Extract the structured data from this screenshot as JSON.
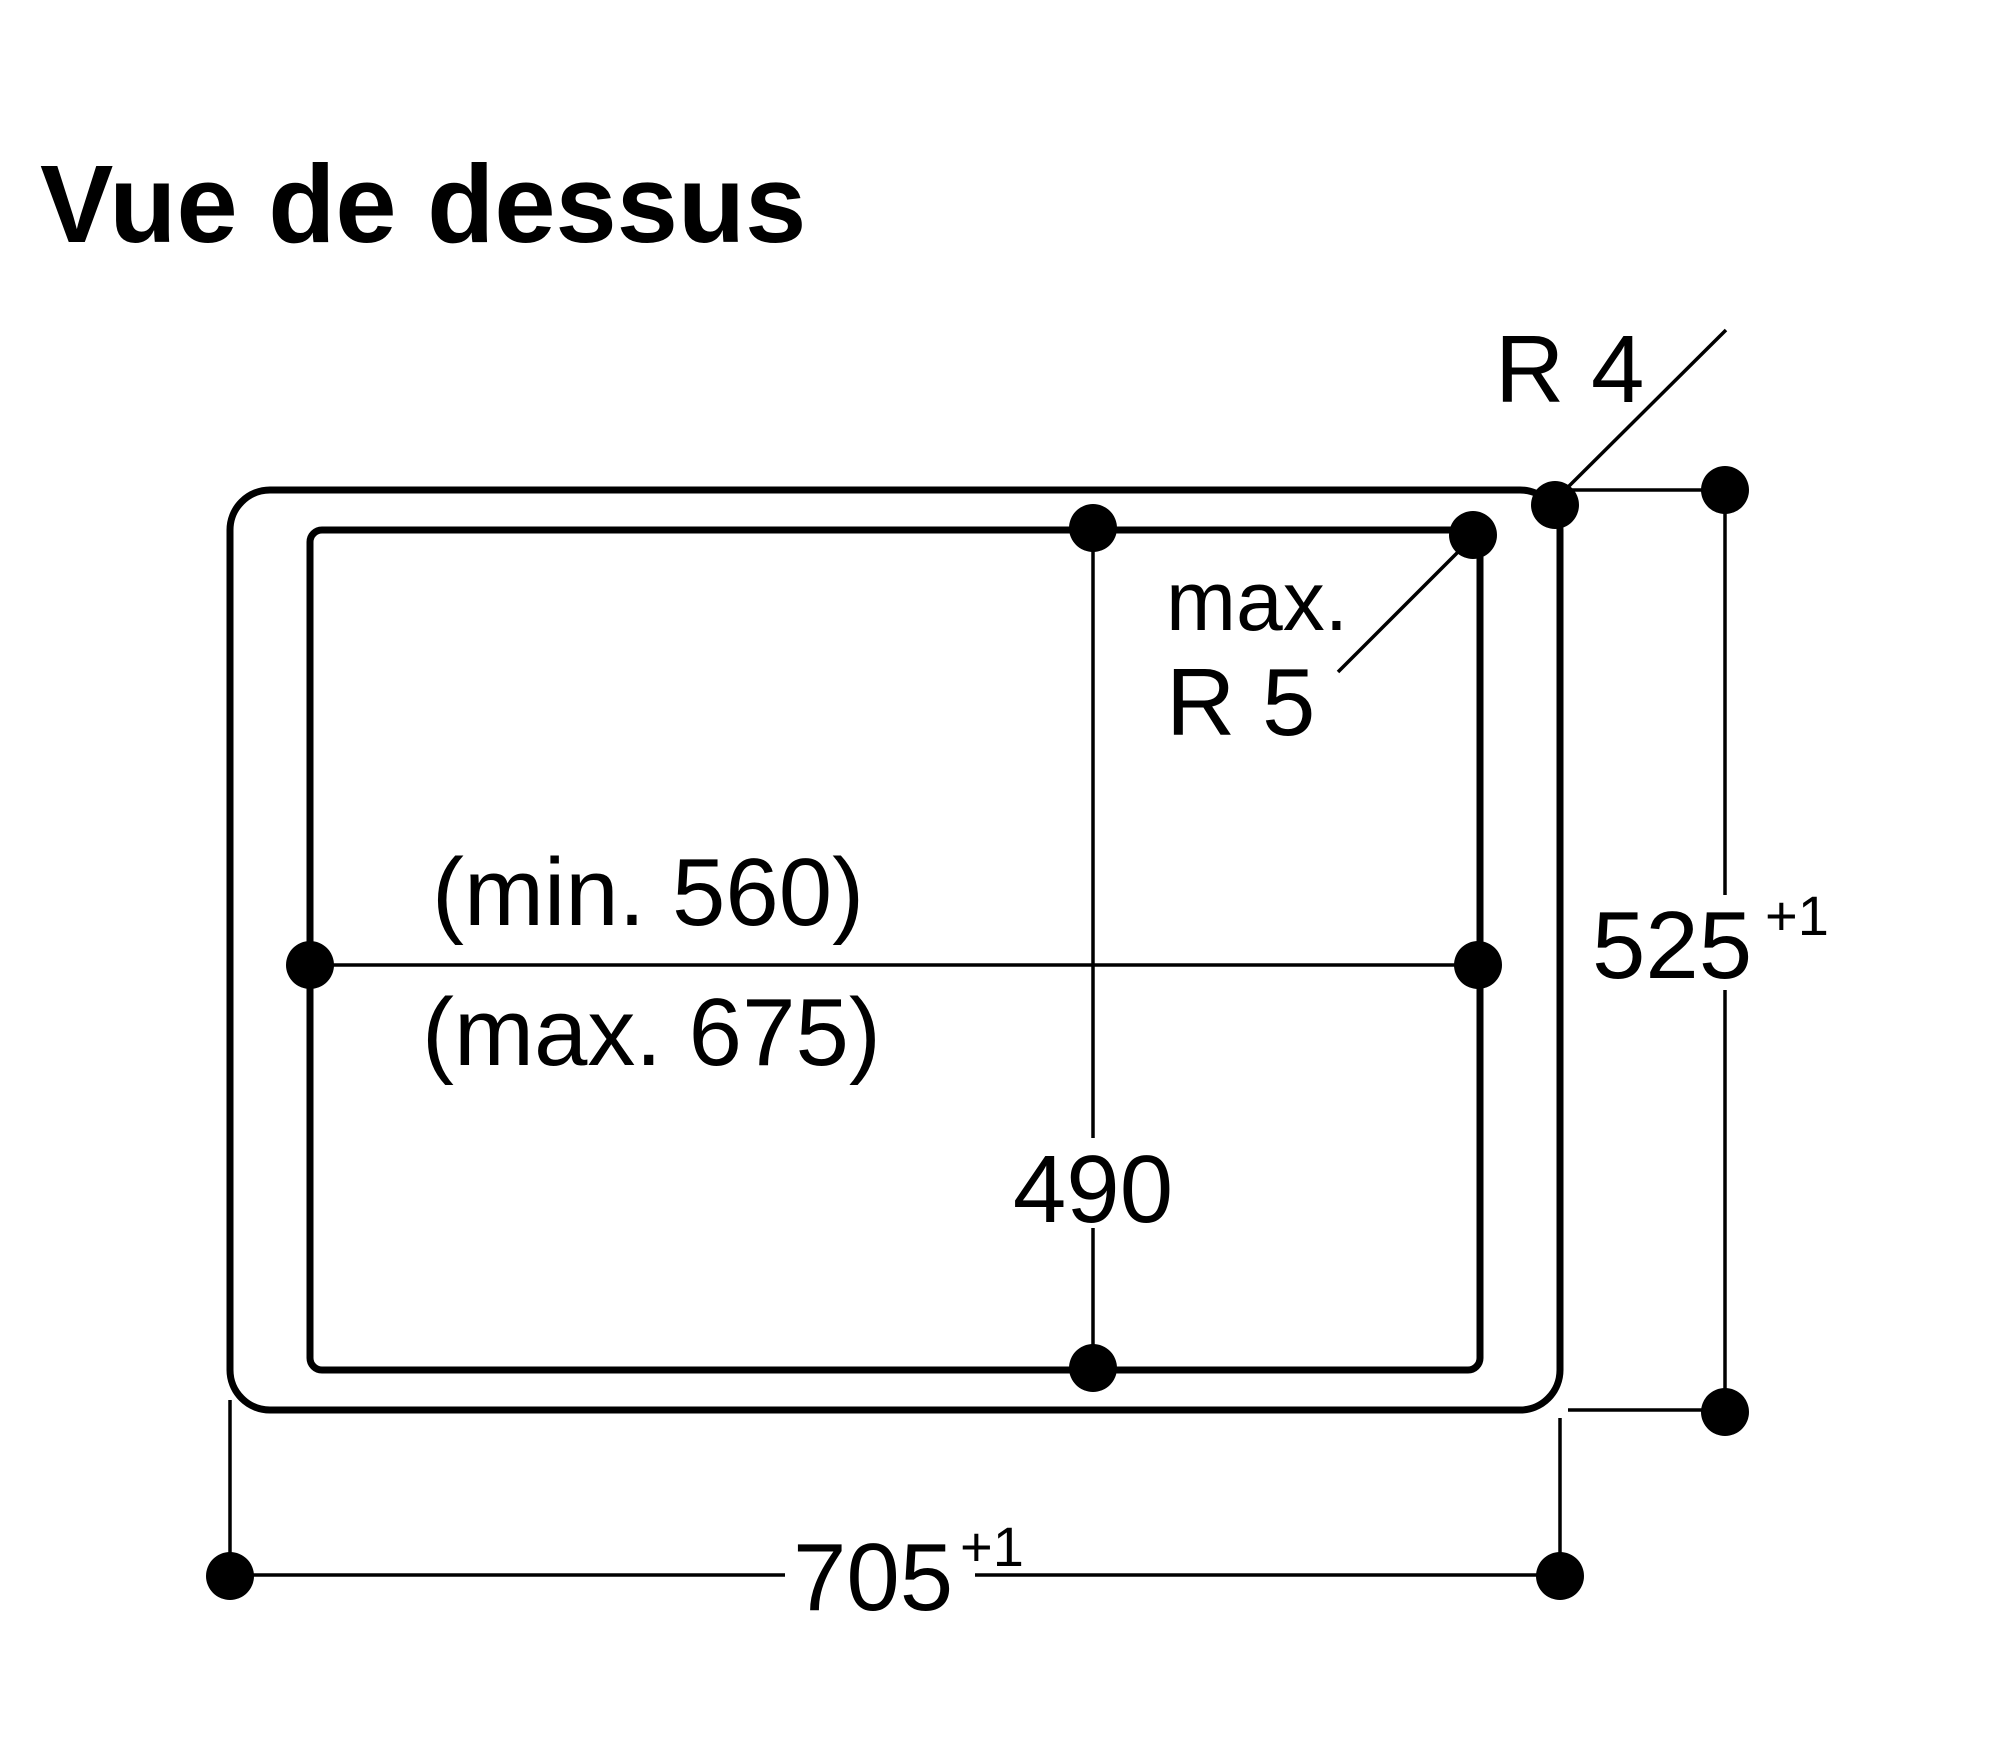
{
  "title": "Vue de dessus",
  "labels": {
    "outer_radius": "R 4",
    "inner_radius_line1": "max.",
    "inner_radius_line2": "R 5",
    "min_width": "(min. 560)",
    "max_width": "(max. 675)",
    "inner_depth": "490",
    "outer_depth": "525",
    "outer_depth_tol": "+1",
    "outer_width": "705",
    "outer_width_tol": "+1"
  }
}
